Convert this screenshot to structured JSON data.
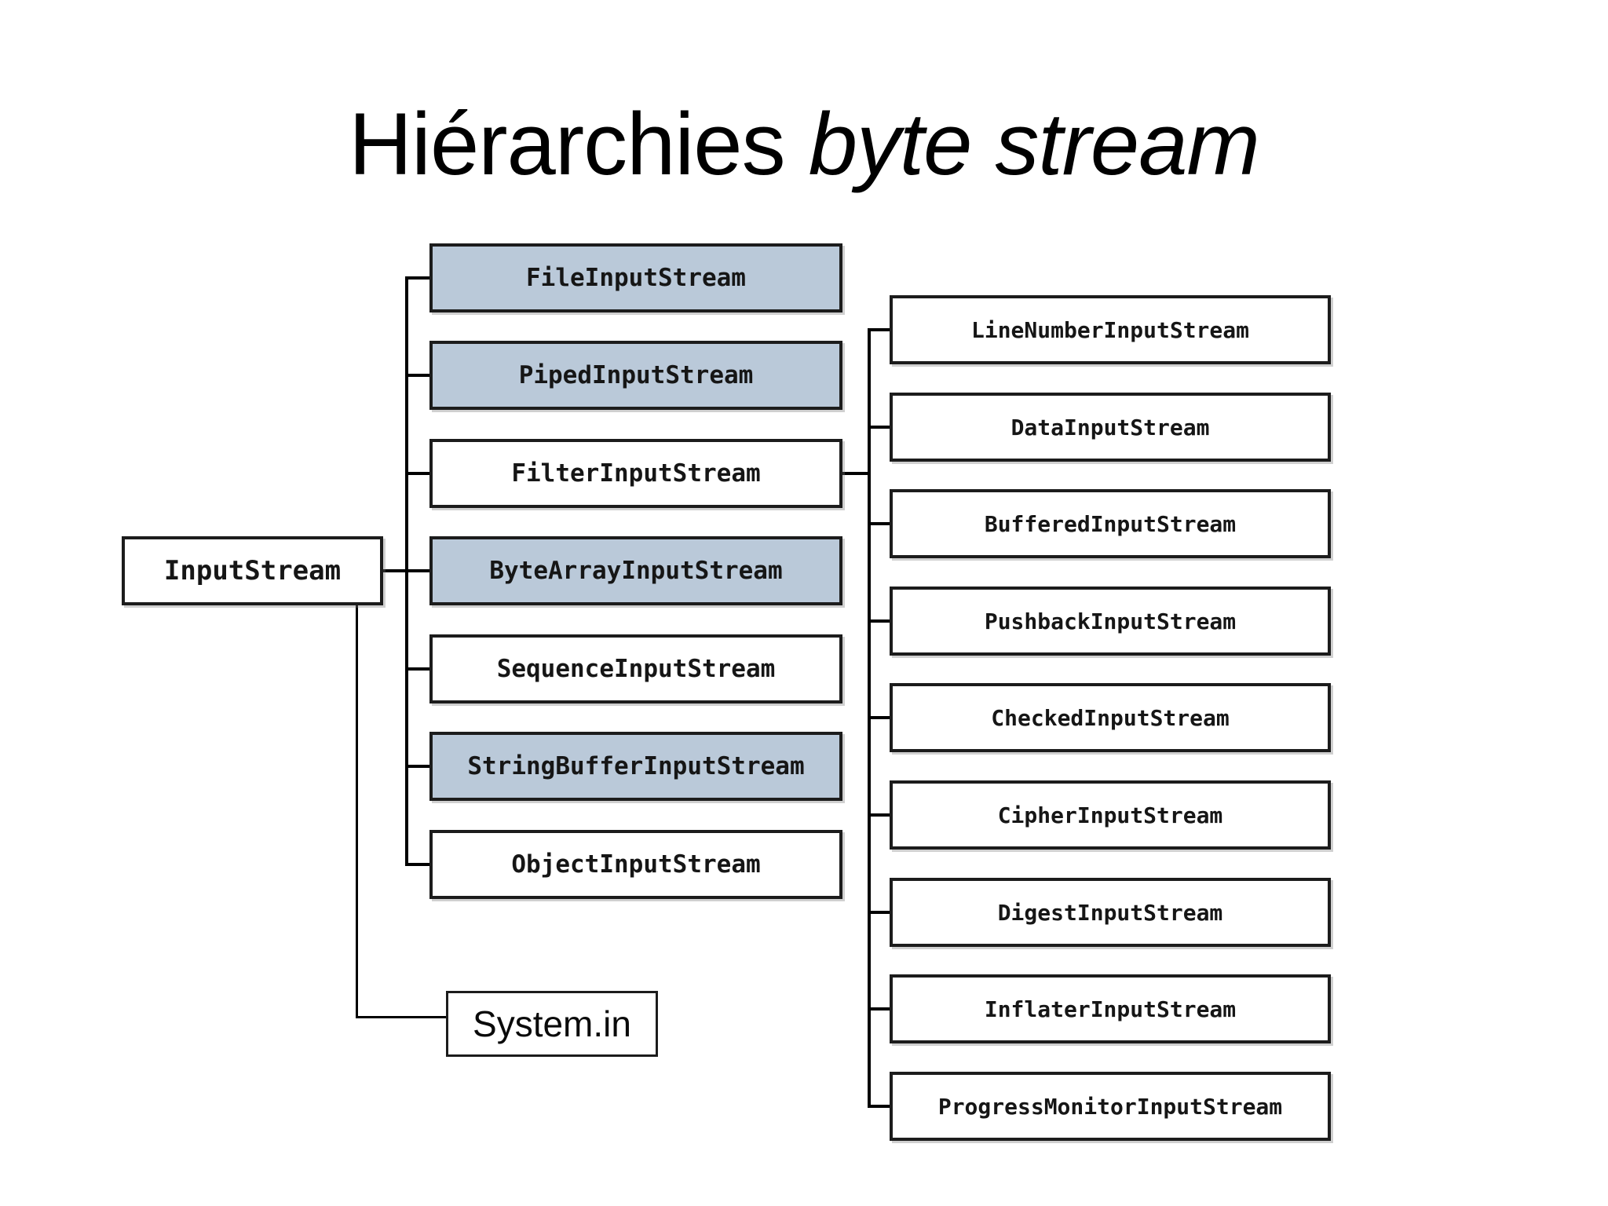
{
  "title": {
    "regular": "Hiérarchies",
    "italic": "byte stream"
  },
  "root": {
    "label": "InputStream"
  },
  "middle_children": [
    {
      "label": "FileInputStream",
      "highlighted": true
    },
    {
      "label": "PipedInputStream",
      "highlighted": true
    },
    {
      "label": "FilterInputStream",
      "highlighted": false
    },
    {
      "label": "ByteArrayInputStream",
      "highlighted": true
    },
    {
      "label": "SequenceInputStream",
      "highlighted": false
    },
    {
      "label": "StringBufferInputStream",
      "highlighted": true
    },
    {
      "label": "ObjectInputStream",
      "highlighted": false
    }
  ],
  "filter_children": [
    {
      "label": "LineNumberInputStream"
    },
    {
      "label": "DataInputStream"
    },
    {
      "label": "BufferedInputStream"
    },
    {
      "label": "PushbackInputStream"
    },
    {
      "label": "CheckedInputStream"
    },
    {
      "label": "CipherInputStream"
    },
    {
      "label": "DigestInputStream"
    },
    {
      "label": "InflaterInputStream"
    },
    {
      "label": "ProgressMonitorInputStream"
    }
  ],
  "system_in": {
    "label": "System.in"
  },
  "colors": {
    "highlight_fill": "#bac9d9",
    "plain_fill": "#ffffff",
    "border": "#1c1c1c",
    "connector": "#000000",
    "background": "#ffffff"
  }
}
